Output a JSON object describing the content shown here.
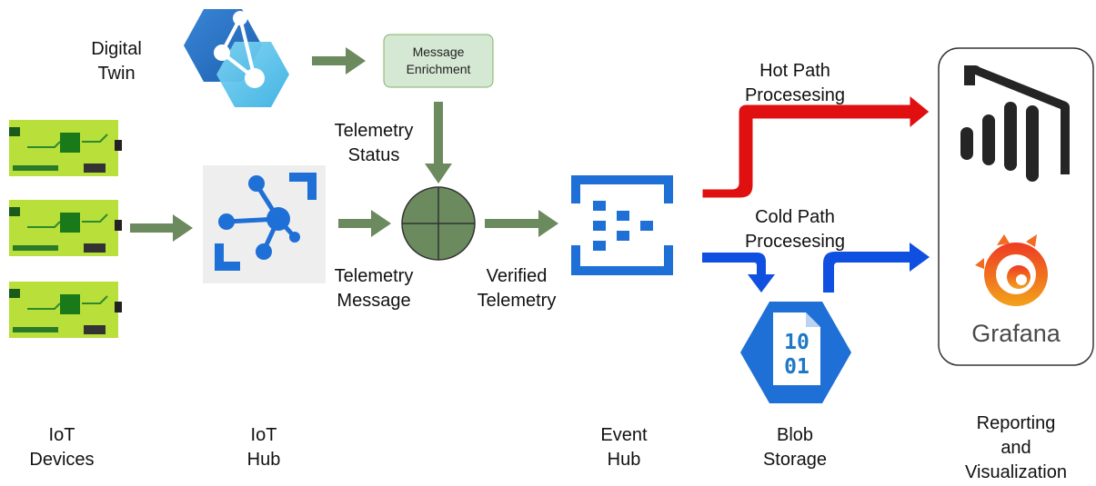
{
  "labels": {
    "digital_twin": [
      "Digital",
      "Twin"
    ],
    "message_enrichment": [
      "Message",
      "Enrichment"
    ],
    "telemetry_status": [
      "Telemetry",
      "Status"
    ],
    "telemetry_message": [
      "Telemetry",
      "Message"
    ],
    "verified_telemetry": [
      "Verified",
      "Telemetry"
    ],
    "hot_path": [
      "Hot Path",
      "Procesesing"
    ],
    "cold_path": [
      "Cold Path",
      "Procesesing"
    ],
    "iot_devices": [
      "IoT",
      "Devices"
    ],
    "iot_hub": [
      "IoT",
      "Hub"
    ],
    "event_hub": [
      "Event",
      "Hub"
    ],
    "blob_storage": [
      "Blob",
      "Storage"
    ],
    "reporting": [
      "Reporting",
      "and",
      "Visualization"
    ],
    "grafana": "Grafana",
    "blob_bits": [
      "10",
      "01"
    ]
  },
  "colors": {
    "green_arrow": "#6b8a5e",
    "hot_path": "#e01010",
    "cold_path": "#1050e0",
    "azure_blue": "#1e6fd6",
    "board_green": "#b8df3a",
    "grafana_orange": "#f26b22"
  },
  "icons": [
    "digital-twins-icon",
    "iot-board-icon",
    "iot-hub-icon",
    "filter-circle-icon",
    "event-hub-icon",
    "blob-storage-icon",
    "power-bi-icon",
    "grafana-icon"
  ]
}
